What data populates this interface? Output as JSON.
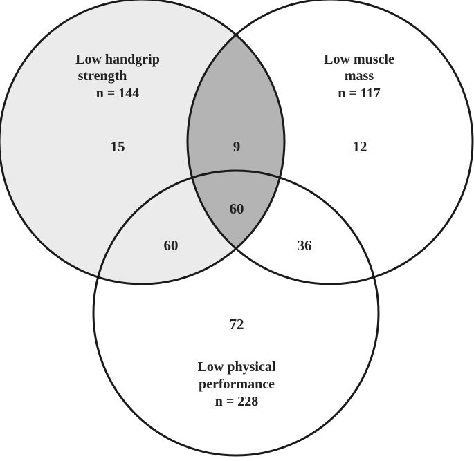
{
  "colors": {
    "handgrip_fill": "#ebebeb",
    "overlap_fill": "#b4b4b4",
    "outline": "#1a1a1a",
    "text": "#222222",
    "background": "#ffffff"
  },
  "sets": {
    "handgrip": {
      "line1": "Low handgrip",
      "line2": "strength",
      "n": "n = 144"
    },
    "muscle": {
      "line1": "Low muscle",
      "line2": "mass",
      "n": "n = 117"
    },
    "physical": {
      "line1": "Low physical",
      "line2": "performance",
      "n": "n = 228"
    }
  },
  "regions": {
    "handgrip_only": "15",
    "handgrip_muscle": "9",
    "muscle_only": "12",
    "all_three": "60",
    "handgrip_physical": "60",
    "muscle_physical": "36",
    "physical_only": "72"
  }
}
